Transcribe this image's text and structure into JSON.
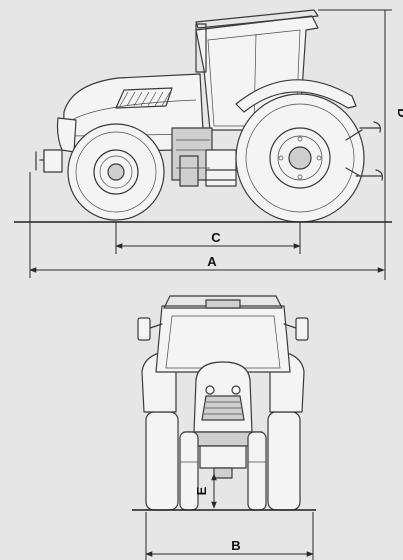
{
  "dimension_labels": {
    "overall_length": "A",
    "width": "B",
    "wheelbase": "C",
    "height": "D",
    "ground_clearance": "E"
  }
}
